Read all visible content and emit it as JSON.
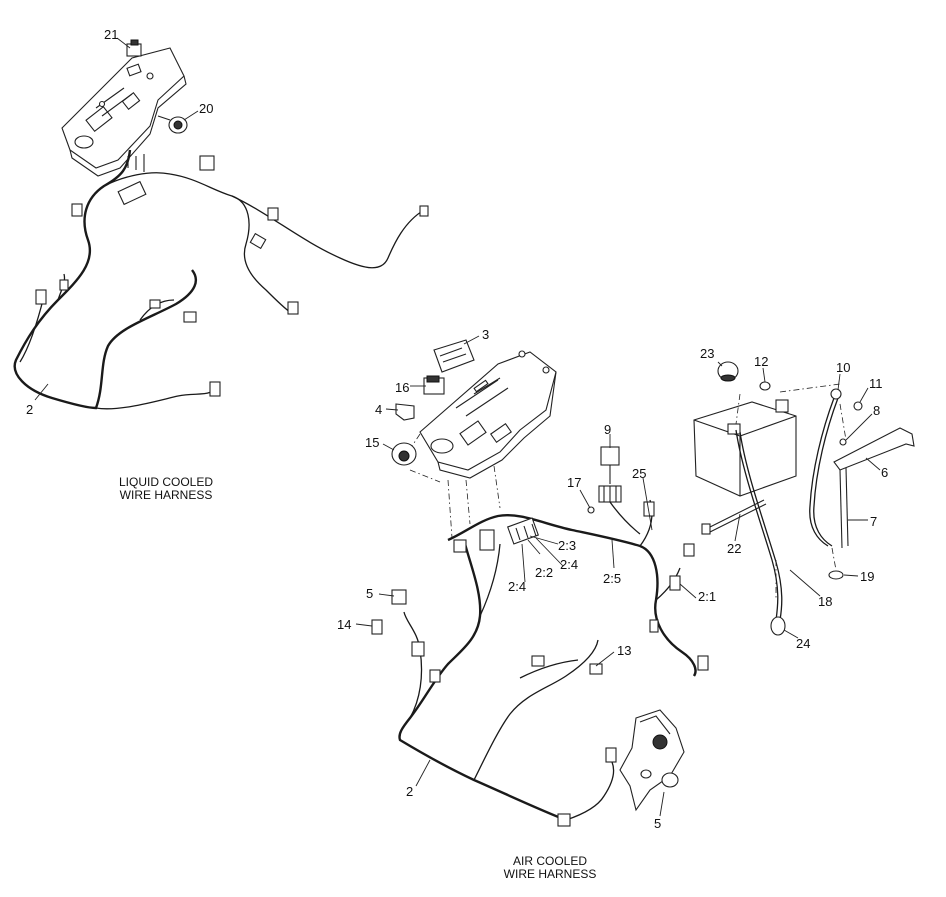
{
  "captions": {
    "liquid_line1": "LIQUID COOLED",
    "liquid_line2": "WIRE HARNESS",
    "air_line1": "AIR COOLED",
    "air_line2": "WIRE HARNESS"
  },
  "callouts": {
    "c21": "21",
    "c20": "20",
    "c2_liquid": "2",
    "c3": "3",
    "c16": "16",
    "c4": "4",
    "c15": "15",
    "c9": "9",
    "c17": "17",
    "c25": "25",
    "c23": "23",
    "c12": "12",
    "c10": "10",
    "c11": "11",
    "c8": "8",
    "c6": "6",
    "c7": "7",
    "c19": "19",
    "c22": "22",
    "c18": "18",
    "c24": "24",
    "c2_3": "2:3",
    "c2_4a": "2:4",
    "c2_2": "2:2",
    "c2_4b": "2:4",
    "c2_5": "2:5",
    "c2_1": "2:1",
    "c5_top": "5",
    "c14": "14",
    "c13": "13",
    "c2_air": "2",
    "c5_bottom": "5"
  }
}
